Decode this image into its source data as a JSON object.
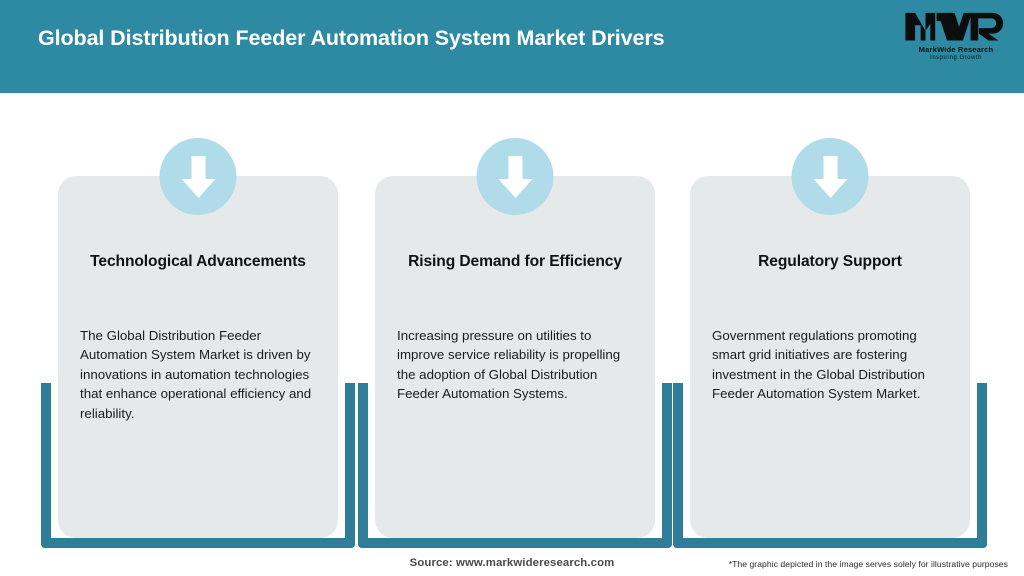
{
  "header": {
    "title": "Global Distribution Feeder Automation System Market Drivers",
    "bg_color": "#2e89a3",
    "title_color": "#ffffff"
  },
  "logo": {
    "mark": "MWR",
    "name": "MarkWide Research",
    "tagline": "Inspiring Growth"
  },
  "theme": {
    "accent_teal": "#2e7e99",
    "card_bg": "#e6e9ea",
    "badge_blue": "#b0dcea",
    "arrow_color": "#ffffff",
    "page_bg": "#ffffff"
  },
  "cards": [
    {
      "icon": "arrow-down-icon",
      "title": "Technological Advancements",
      "body": "The Global Distribution Feeder Automation System Market is driven by innovations in automation technologies that enhance operational efficiency and reliability."
    },
    {
      "icon": "arrow-down-icon",
      "title": "Rising Demand for Efficiency",
      "body": "Increasing pressure on utilities to improve service reliability is propelling the adoption of Global Distribution Feeder Automation Systems."
    },
    {
      "icon": "arrow-down-icon",
      "title": "Regulatory Support",
      "body": "Government regulations promoting smart grid initiatives are fostering investment in the Global Distribution Feeder Automation System Market."
    }
  ],
  "footer": {
    "source": "Source: www.markwideresearch.com",
    "disclaimer": "*The graphic depicted in the image serves solely for illustrative purposes"
  }
}
